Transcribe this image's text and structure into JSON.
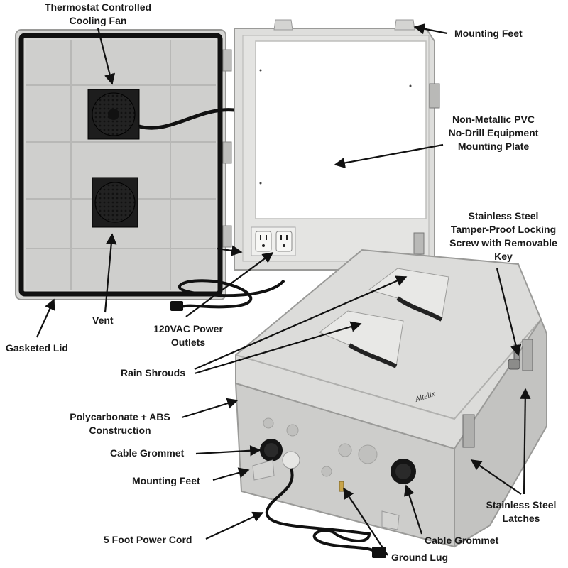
{
  "labels": {
    "fan": [
      "Thermostat Controlled",
      "Cooling Fan"
    ],
    "feet_top": "Mounting Feet",
    "plate": [
      "Non-Metallic PVC",
      "No-Drill Equipment",
      "Mounting Plate"
    ],
    "screw": [
      "Stainless Steel",
      "Tamper-Proof Locking",
      "Screw with Removable",
      "Key"
    ],
    "vent": "Vent",
    "gasket": "Gasketed Lid",
    "outlets": [
      "120VAC Power",
      "Outlets"
    ],
    "shrouds": "Rain Shrouds",
    "construction": [
      "Polycarbonate + ABS",
      "Construction"
    ],
    "grommet_left": "Cable Grommet",
    "feet_bottom": "Mounting Feet",
    "cord": "5 Foot Power Cord",
    "latches": [
      "Stainless Steel",
      "Latches"
    ],
    "grommet_right": "Cable Grommet",
    "ground": "Ground Lug"
  },
  "brand": "Altelix"
}
